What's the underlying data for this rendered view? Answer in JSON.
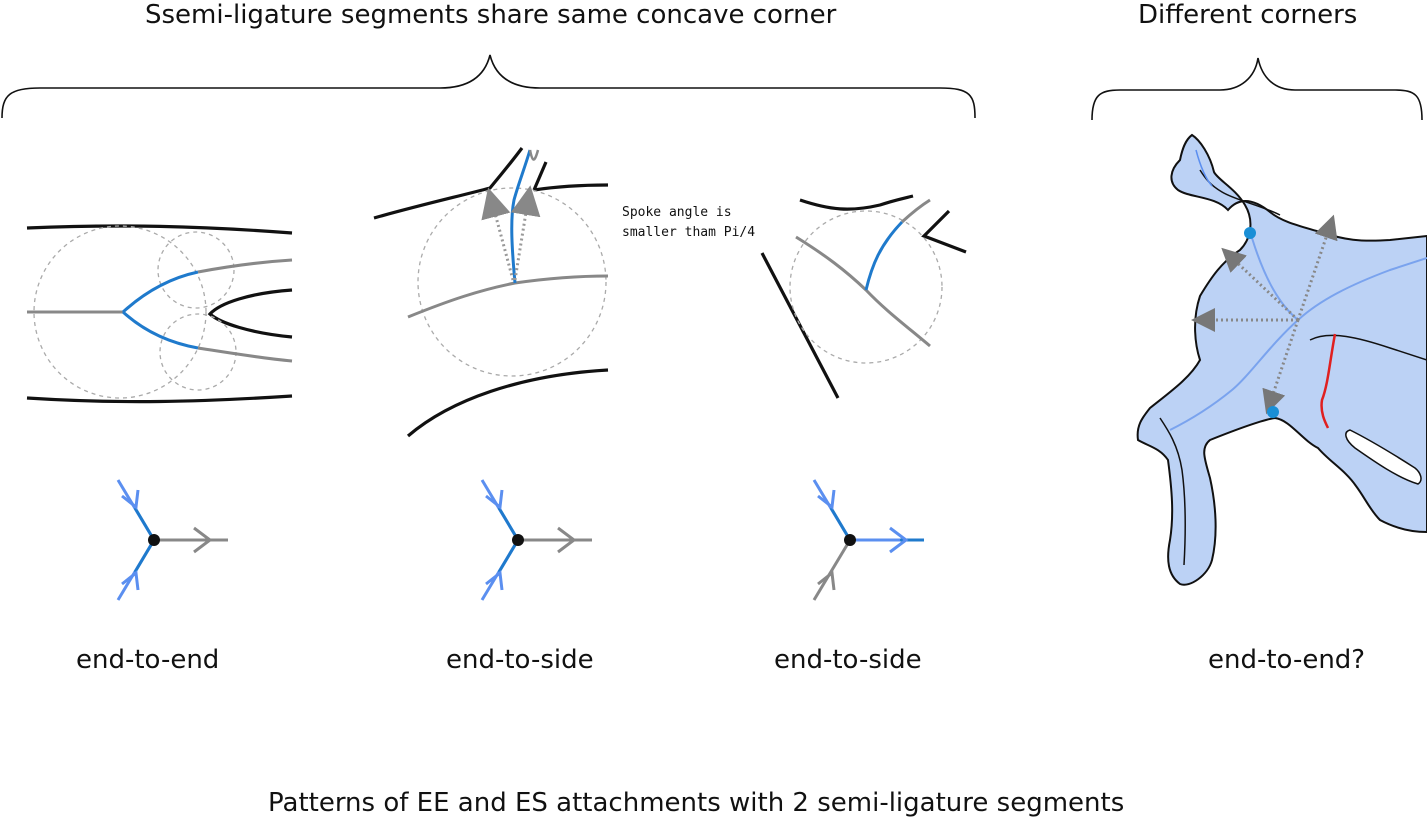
{
  "headings": {
    "shared_corner": "Ssemi-ligature segments share same concave corner",
    "different_corners": "Different corners"
  },
  "note": {
    "line1": "Spoke angle is",
    "line2": "smaller tham Pi/4"
  },
  "labels": {
    "panel1": "end-to-end",
    "panel2": "end-to-side",
    "panel3": "end-to-side",
    "panel4": "end-to-end?"
  },
  "caption": "Patterns of EE and ES attachments with 2 semi-ligature segments",
  "colors": {
    "boundary": "#111111",
    "skeleton_gray": "#888888",
    "skeleton_blue": "#1f7acc",
    "arrow_light_blue": "#5b8ff0",
    "circle_dashed": "#aaaaaa",
    "shape_fill": "#bcd2f5",
    "highlight_red": "#e02020",
    "point_blue": "#1a8fd6"
  }
}
